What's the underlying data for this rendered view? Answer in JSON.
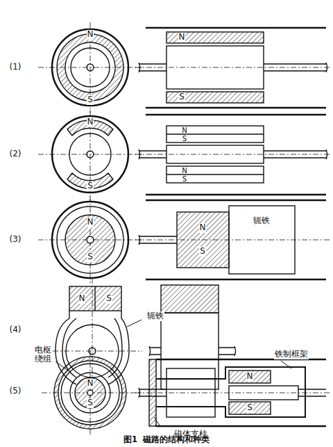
{
  "diagram": {
    "caption": "图1  磁路的结构和种类",
    "labels": [
      "(1)",
      "N",
      "S",
      "N",
      "S",
      "(2)",
      "N",
      "S",
      "N",
      "S",
      "N",
      "S",
      "(3)",
      "N",
      "S",
      "N",
      "S",
      "轭铁",
      "(4)",
      "N",
      "S",
      "轭铁",
      "(5)",
      "电枢绕组",
      "N",
      "S",
      "铁制框架",
      "N",
      "S",
      "磁体支柱"
    ]
  }
}
